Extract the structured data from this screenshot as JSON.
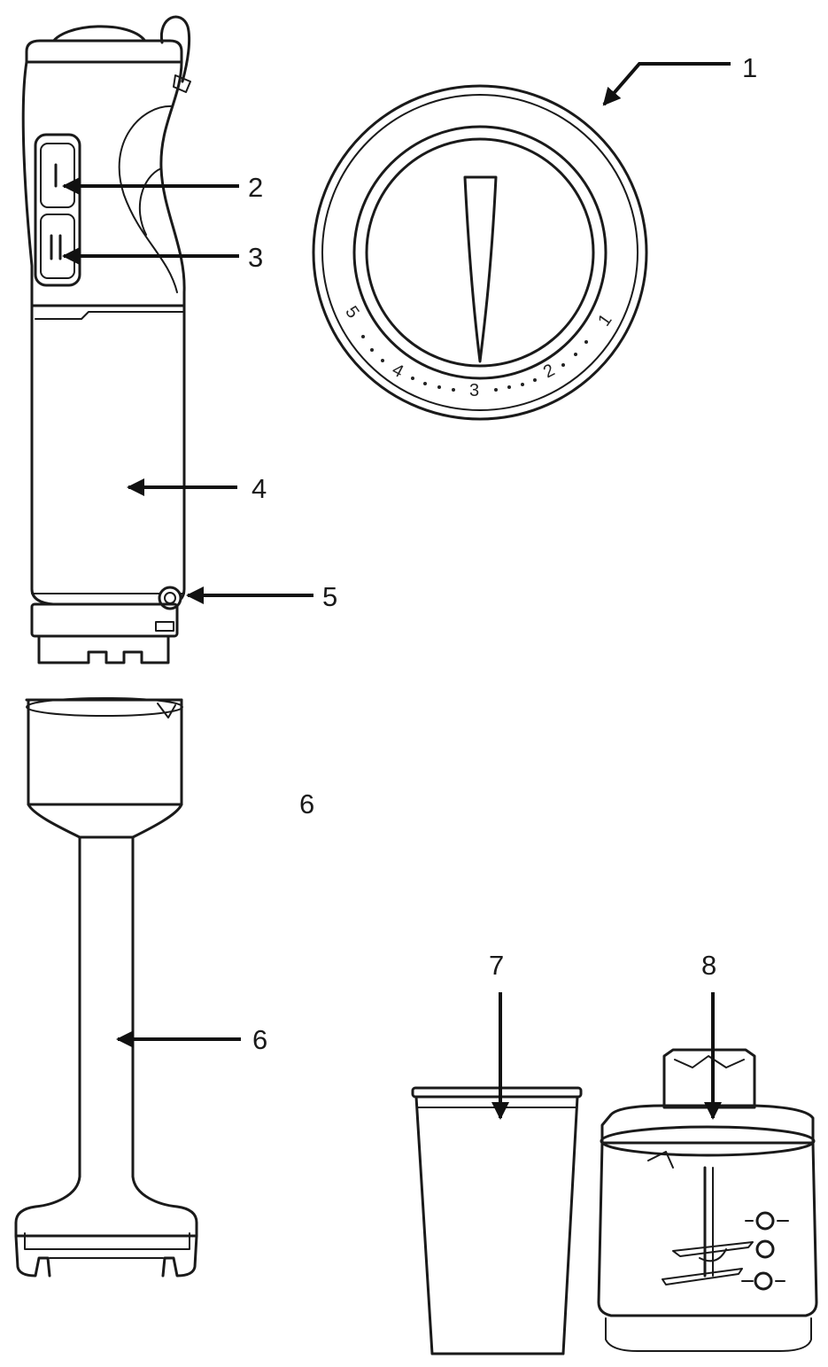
{
  "callouts": {
    "c1": "1",
    "c2": "2",
    "c3": "3",
    "c4": "4",
    "c5": "5",
    "c6_upper": "6",
    "c6_lower": "6",
    "c7": "7",
    "c8": "8"
  },
  "dial": {
    "n5": "5",
    "n4": "4",
    "n3": "3",
    "n2": "2",
    "n1": "1"
  },
  "colors": {
    "line": "#1a1a1a",
    "background": "#ffffff"
  }
}
